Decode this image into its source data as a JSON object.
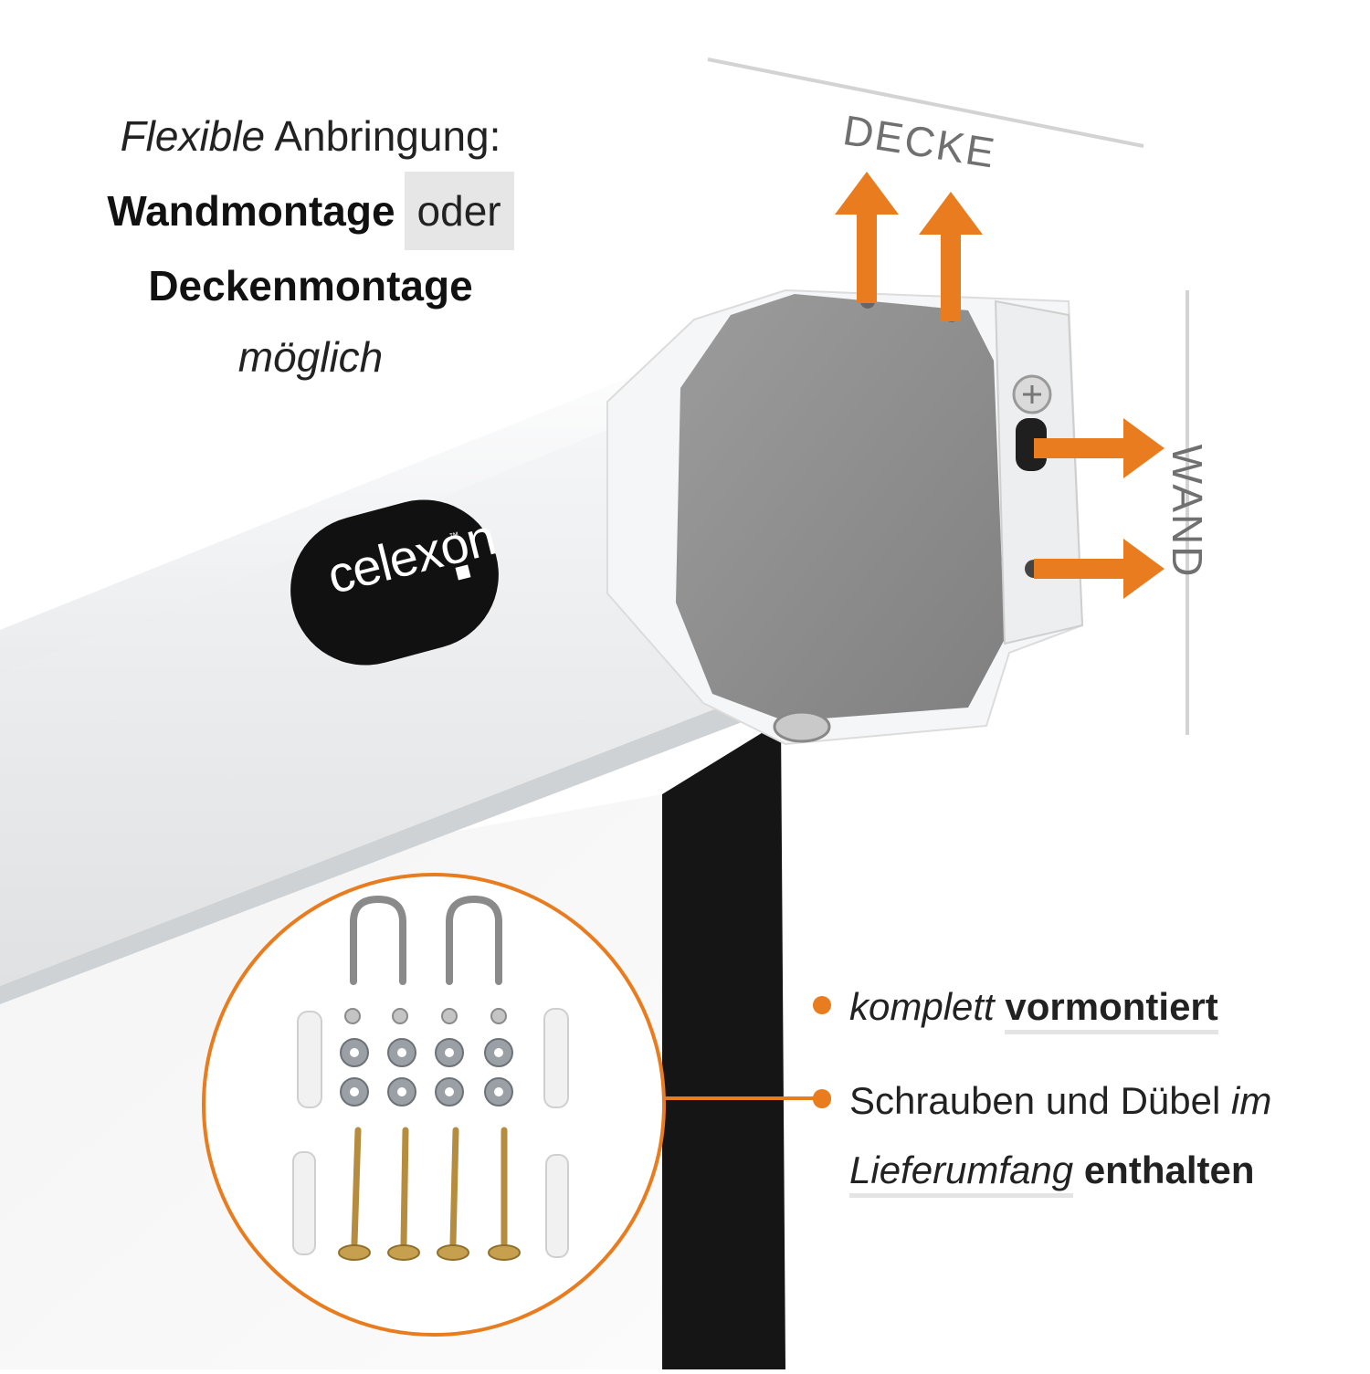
{
  "headline": {
    "line1_italic": "Flexible",
    "line1_rest": "Anbringung:",
    "line2_bold": "Wandmontage",
    "line2_chip": "oder",
    "line3_bold": "Deckenmontage",
    "line4_italic": "möglich"
  },
  "labels": {
    "ceiling": "DECKE",
    "wall": "WAND"
  },
  "product": {
    "logo": "celexon",
    "logo_tm": "™"
  },
  "features": [
    {
      "italic": "komplett",
      "bold": "vormontiert"
    },
    {
      "regular": "Schrauben und Dübel",
      "italic1": "im",
      "italic2": "Lieferumfang",
      "bold": "enthalten"
    }
  ],
  "colors": {
    "accent": "#e87c1e",
    "label_gray": "#707070",
    "chip_bg": "#e6e6e6",
    "casing_white": "#f2f3f4",
    "end_cap_gray": "#8e8e8e",
    "screen_black": "#151515"
  }
}
